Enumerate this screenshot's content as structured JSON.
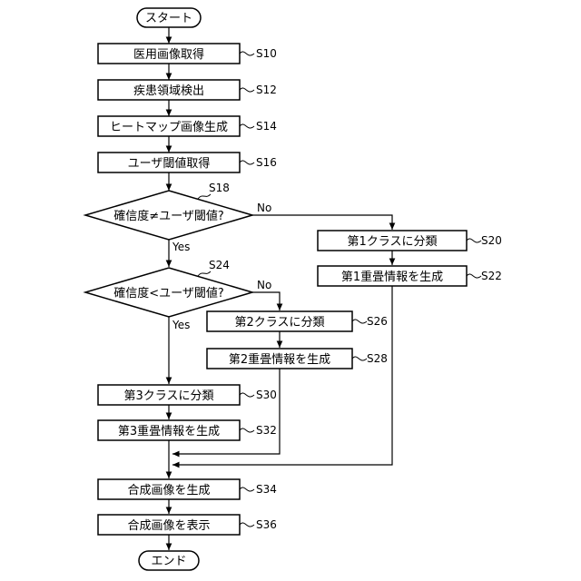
{
  "terminals": {
    "start": "スタート",
    "end": "エンド"
  },
  "steps": {
    "s10": {
      "label": "医用画像取得",
      "id": "S10"
    },
    "s12": {
      "label": "疾患領域検出",
      "id": "S12"
    },
    "s14": {
      "label": "ヒートマップ画像生成",
      "id": "S14"
    },
    "s16": {
      "label": "ユーザ閾値取得",
      "id": "S16"
    },
    "s18": {
      "label": "確信度≠ユーザ閾値?",
      "id": "S18"
    },
    "s20": {
      "label": "第1クラスに分類",
      "id": "S20"
    },
    "s22": {
      "label": "第1重畳情報を生成",
      "id": "S22"
    },
    "s24": {
      "label": "確信度<ユーザ閾値?",
      "id": "S24"
    },
    "s26": {
      "label": "第2クラスに分類",
      "id": "S26"
    },
    "s28": {
      "label": "第2重畳情報を生成",
      "id": "S28"
    },
    "s30": {
      "label": "第3クラスに分類",
      "id": "S30"
    },
    "s32": {
      "label": "第3重畳情報を生成",
      "id": "S32"
    },
    "s34": {
      "label": "合成画像を生成",
      "id": "S34"
    },
    "s36": {
      "label": "合成画像を表示",
      "id": "S36"
    }
  },
  "branches": {
    "s18_no": "No",
    "s18_yes": "Yes",
    "s24_no": "No",
    "s24_yes": "Yes"
  }
}
